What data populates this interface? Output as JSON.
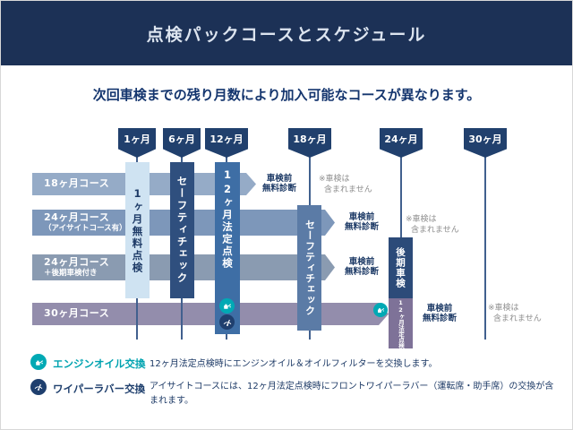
{
  "header": {
    "title": "点検パックコースとスケジュール"
  },
  "intro": {
    "text": "次回車検までの残り月数により加入可能なコースが異なります。"
  },
  "timeline": {
    "markers": [
      {
        "label": "1ヶ月"
      },
      {
        "label": "6ヶ月"
      },
      {
        "label": "12ヶ月"
      },
      {
        "label": "18ヶ月"
      },
      {
        "label": "24ヶ月"
      },
      {
        "label": "30ヶ月"
      }
    ]
  },
  "courses": [
    {
      "label_line1": "18ヶ月コース",
      "diagnosis_line1": "車検前",
      "diagnosis_line2": "無料診断",
      "note_line1": "※車検は",
      "note_line2": "含まれません"
    },
    {
      "label_line1": "24ヶ月コース",
      "label_line2": "（アイサイトコース有）",
      "diagnosis_line1": "車検前",
      "diagnosis_line2": "無料診断",
      "note_line1": "※車検は",
      "note_line2": "含まれません"
    },
    {
      "label_line1": "24ヶ月コース",
      "label_line2": "＋後期車検付き",
      "diagnosis_line1": "車検前",
      "diagnosis_line2": "無料診断"
    },
    {
      "label_line1": "30ヶ月コース",
      "diagnosis_line1": "車検前",
      "diagnosis_line2": "無料診断",
      "note_line1": "※車検は",
      "note_line2": "含まれません"
    }
  ],
  "checkpoints": {
    "one_month": {
      "label": "1ヶ月無料点検"
    },
    "safety_6": {
      "label": "セーフティチェック"
    },
    "legal_12": {
      "label": "12ヶ月法定点検"
    },
    "safety_18": {
      "label": "セーフティチェック"
    },
    "late_shaken": {
      "label": "後期車検"
    },
    "legal_12_late": {
      "label": "12ヶ月法定点検"
    }
  },
  "legend": {
    "oil": {
      "title": "エンジンオイル交換",
      "desc": "12ヶ月法定点検時にエンジンオイル＆オイルフィルターを交換します。"
    },
    "wiper": {
      "title": "ワイパーラバー交換",
      "desc": "アイサイトコースには、12ヶ月法定点検時にフロントワイパーラバー（運転席・助手席）の交換が含まれます。"
    }
  },
  "colors": {
    "header_bg": "#1c3156",
    "accent_navy": "#14356e",
    "accent_teal": "#00a9b4",
    "row_18m": "#95abc7",
    "row_24m": "#7d97ba",
    "row_24m_late": "#8a9bb1",
    "row_30m": "#938dac",
    "bar_1month": "#cfe3f2",
    "bar_safety": "#2f4f7e",
    "bar_legal12": "#3e6ea5",
    "bar_safety18": "#5b7ba6",
    "bar_late_shaken": "#2c4b79",
    "bar_legal12_late": "#7e7298"
  }
}
